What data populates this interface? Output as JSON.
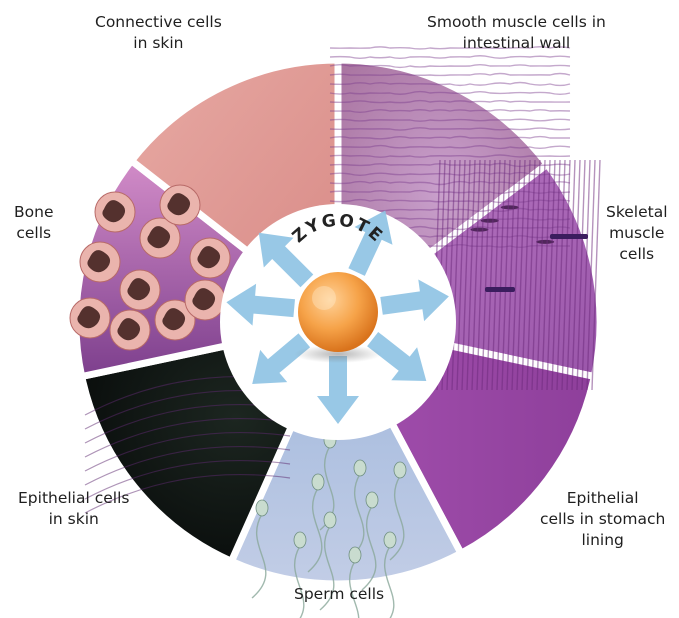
{
  "center": {
    "title": "ZYGOTE"
  },
  "colors": {
    "arrow": "#8fc3e4",
    "zygote_core": "#f6a349",
    "zygote_rim": "#e07a1e",
    "wheel_gap": "#ffffff"
  },
  "segments": [
    {
      "id": "connective",
      "label_lines": [
        "Connective cells",
        "in skin"
      ],
      "texture": "connective"
    },
    {
      "id": "smooth-muscle",
      "label_lines": [
        "Smooth muscle cells in",
        "intestinal wall"
      ],
      "texture": "smooth"
    },
    {
      "id": "skeletal-muscle",
      "label_lines": [
        "Skeletal",
        "muscle",
        "cells"
      ],
      "texture": "skeletal"
    },
    {
      "id": "epithelial-stomach",
      "label_lines": [
        "Epithelial",
        "cells in stomach",
        "lining"
      ],
      "texture": "stomach"
    },
    {
      "id": "sperm",
      "label_lines": [
        "Sperm cells"
      ],
      "texture": "sperm"
    },
    {
      "id": "epithelial-skin",
      "label_lines": [
        "Epithelial cells",
        "in skin"
      ],
      "texture": "skin"
    },
    {
      "id": "bone",
      "label_lines": [
        "Bone",
        "cells"
      ],
      "texture": "bone"
    }
  ]
}
